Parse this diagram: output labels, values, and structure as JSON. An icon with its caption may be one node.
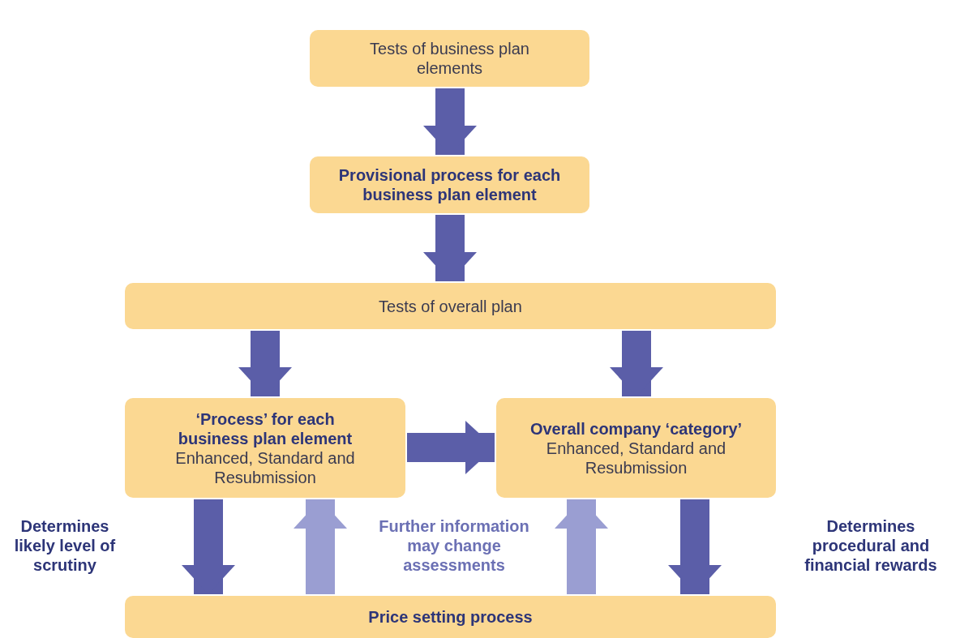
{
  "diagram": {
    "nodes": [
      {
        "text": [
          "Tests of business plan elements"
        ]
      },
      {
        "text": [
          "Provisional process for each business plan element"
        ]
      },
      {
        "text": [
          "Tests of overall plan"
        ]
      },
      {
        "text": [
          "‘Process’ for each business plan element",
          "Enhanced, Standard and Resubmission"
        ]
      },
      {
        "text": [
          "Overall company ‘category’",
          "Enhanced, Standard and Resubmission"
        ]
      },
      {
        "text": [
          "Price setting process"
        ]
      }
    ],
    "edges": [
      {
        "from": 0,
        "to": 1,
        "arrow": "to"
      },
      {
        "from": 1,
        "to": 2,
        "arrow": "to"
      },
      {
        "from": 2,
        "to": 3,
        "arrow": "to"
      },
      {
        "from": 2,
        "to": 4,
        "arrow": "to"
      },
      {
        "from": 3,
        "to": 4,
        "arrow": "to"
      },
      {
        "from": 3,
        "to": 5,
        "arrow": "to"
      },
      {
        "from": 5,
        "to": 3,
        "arrow": "to",
        "color": "#9a9ed2"
      },
      {
        "from": 5,
        "to": 4,
        "arrow": "to",
        "color": "#9a9ed2"
      },
      {
        "from": 4,
        "to": 5,
        "arrow": "to"
      }
    ],
    "labels": [
      "Determines likely level of scrutiny",
      "Further information may change assessments",
      "Determines procedural and financial rewards"
    ]
  }
}
